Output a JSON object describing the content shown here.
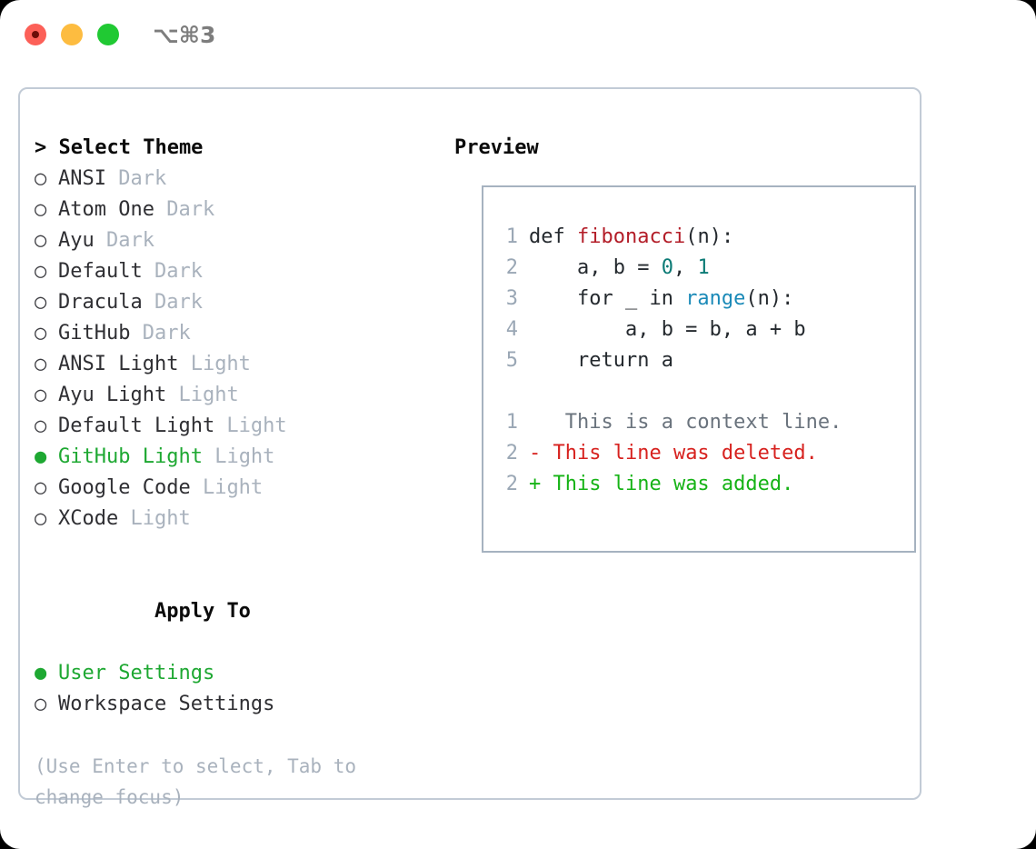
{
  "titlebar": {
    "shortcut": "⌥⌘3",
    "buttons": {
      "close": "close",
      "minimize": "minimize",
      "maximize": "maximize"
    }
  },
  "theme_picker": {
    "header": "> Select Theme",
    "items": [
      {
        "bullet": "○",
        "name": "ANSI",
        "tag": "Dark",
        "selected": false
      },
      {
        "bullet": "○",
        "name": "Atom One",
        "tag": "Dark",
        "selected": false
      },
      {
        "bullet": "○",
        "name": "Ayu",
        "tag": "Dark",
        "selected": false
      },
      {
        "bullet": "○",
        "name": "Default",
        "tag": "Dark",
        "selected": false
      },
      {
        "bullet": "○",
        "name": "Dracula",
        "tag": "Dark",
        "selected": false
      },
      {
        "bullet": "○",
        "name": "GitHub",
        "tag": "Dark",
        "selected": false
      },
      {
        "bullet": "○",
        "name": "ANSI Light",
        "tag": "Light",
        "selected": false
      },
      {
        "bullet": "○",
        "name": "Ayu Light",
        "tag": "Light",
        "selected": false
      },
      {
        "bullet": "○",
        "name": "Default Light",
        "tag": "Light",
        "selected": false
      },
      {
        "bullet": "●",
        "name": "GitHub Light",
        "tag": "Light",
        "selected": true
      },
      {
        "bullet": "○",
        "name": "Google Code",
        "tag": "Light",
        "selected": false
      },
      {
        "bullet": "○",
        "name": "XCode",
        "tag": "Light",
        "selected": false
      }
    ]
  },
  "apply_to": {
    "header": "Apply To",
    "items": [
      {
        "bullet": "●",
        "name": "User Settings",
        "selected": true
      },
      {
        "bullet": "○",
        "name": "Workspace Settings",
        "selected": false
      }
    ]
  },
  "hint": "(Use Enter to select, Tab to change focus)",
  "preview": {
    "header": "Preview",
    "code_lines": [
      {
        "num": "1",
        "segments": [
          {
            "t": "def ",
            "c": "kw"
          },
          {
            "t": "fibonacci",
            "c": "fn"
          },
          {
            "t": "(n):",
            "c": "kw"
          }
        ]
      },
      {
        "num": "2",
        "segments": [
          {
            "t": "    a, b = ",
            "c": "kw"
          },
          {
            "t": "0",
            "c": "num"
          },
          {
            "t": ", ",
            "c": "kw"
          },
          {
            "t": "1",
            "c": "num"
          }
        ]
      },
      {
        "num": "3",
        "segments": [
          {
            "t": "    for _ in ",
            "c": "kw"
          },
          {
            "t": "range",
            "c": "bi"
          },
          {
            "t": "(n):",
            "c": "kw"
          }
        ]
      },
      {
        "num": "4",
        "segments": [
          {
            "t": "        a, b = b, a + b",
            "c": "kw"
          }
        ]
      },
      {
        "num": "5",
        "segments": [
          {
            "t": "    return a",
            "c": "kw"
          }
        ]
      }
    ],
    "diff_lines": [
      {
        "num": "1",
        "marker": " ",
        "text": "  This is a context line.",
        "kind": "ctx"
      },
      {
        "num": "2",
        "marker": "-",
        "text": " This line was deleted.",
        "kind": "del"
      },
      {
        "num": "2",
        "marker": "+",
        "text": " This line was added.",
        "kind": "add"
      }
    ]
  },
  "colors": {
    "accent_green": "#1ea832",
    "muted": "#a9b2bd",
    "border": "#c2cbd6",
    "code_border": "#a6b2c0",
    "function_red": "#b31d28",
    "number_teal": "#0b7a75",
    "builtin_blue": "#1b8ab8",
    "diff_add": "#16b316",
    "diff_del": "#d7221f"
  }
}
